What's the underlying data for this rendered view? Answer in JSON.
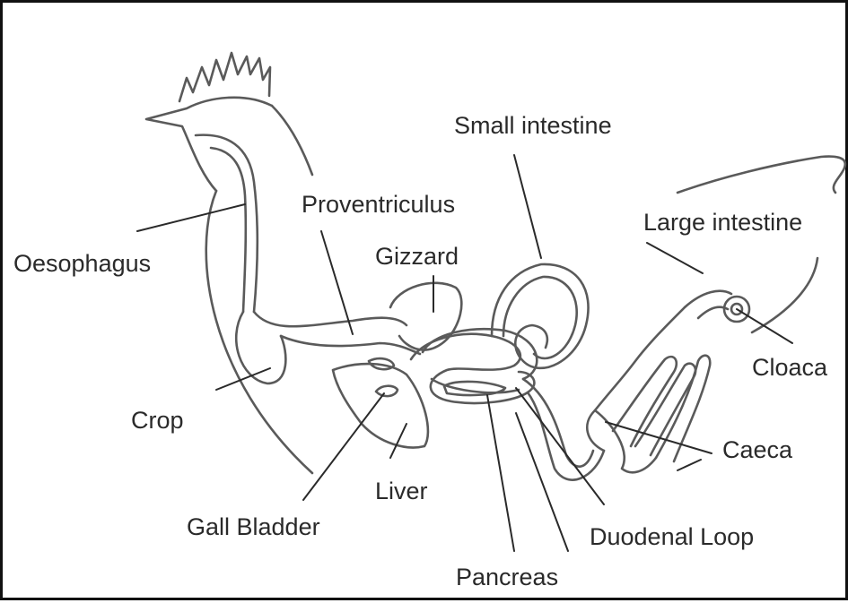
{
  "diagram": {
    "labels": {
      "small_intestine": "Small intestine",
      "proventriculus": "Proventriculus",
      "large_intestine": "Large intestine",
      "gizzard": "Gizzard",
      "oesophagus": "Oesophagus",
      "cloaca": "Cloaca",
      "crop": "Crop",
      "caeca": "Caeca",
      "liver": "Liver",
      "gall_bladder": "Gall Bladder",
      "duodenal_loop": "Duodenal Loop",
      "pancreas": "Pancreas"
    },
    "colors": {
      "stroke": "#5a5a5a",
      "text": "#2a2a2a",
      "border": "#111111"
    }
  }
}
